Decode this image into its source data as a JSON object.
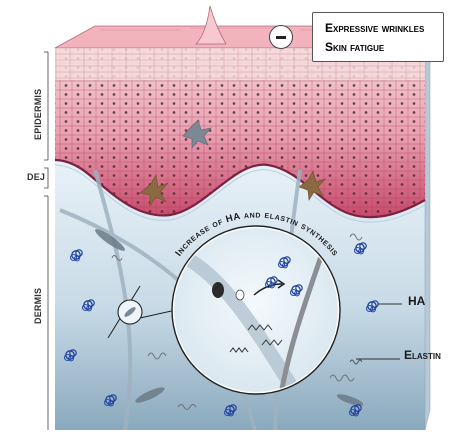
{
  "callout": {
    "line1": "Expressive wrinkles",
    "line2": "Skin fatigue",
    "sign_icon": "minus-icon"
  },
  "layers": {
    "epidermis": "EPIDERMIS",
    "dej": "DEJ",
    "dermis": "DERMIS"
  },
  "zoom": {
    "arc_text": "Increase of HA and elastin synthesis"
  },
  "legend": {
    "ha": "HA",
    "elastin": "Elastin"
  },
  "colors": {
    "surface": "#f2b3bd",
    "epidermis_light": "#f6d7d9",
    "epidermis_deep": "#c94c6e",
    "dermis_top": "#e8f2f8",
    "dermis_bottom": "#8eaec2",
    "ha_blue": "#1e3f9b",
    "fibroblast": "#6c7a87"
  }
}
